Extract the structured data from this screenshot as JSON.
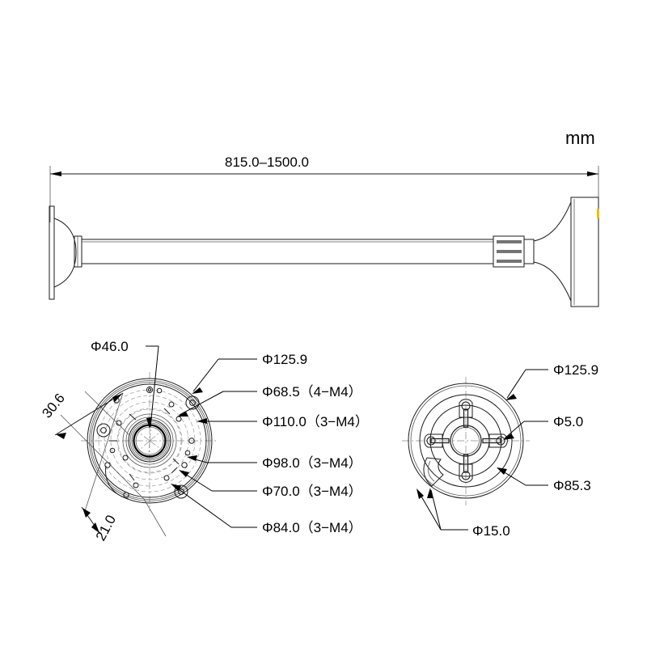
{
  "drawing": {
    "units_label": "mm",
    "side_view": {
      "overall_length_dim": "815.0–1500.0"
    },
    "left_view": {
      "name": "mounting-plate-view",
      "labels": [
        {
          "id": "bore-46",
          "text": "Φ46.0"
        },
        {
          "id": "outer-125-9",
          "text": "Φ125.9"
        },
        {
          "id": "bolt-circle-68-5",
          "text": "Φ68.5（4−M4）"
        },
        {
          "id": "bolt-circle-110",
          "text": "Φ110.0（3−M4）"
        },
        {
          "id": "bolt-circle-98",
          "text": "Φ98.0（3−M4）"
        },
        {
          "id": "bolt-circle-70",
          "text": "Φ70.0（3−M4）"
        },
        {
          "id": "bolt-circle-84",
          "text": "Φ84.0（3−M4）"
        }
      ],
      "linear_dims": [
        {
          "id": "depth-30-6",
          "text": "30.6"
        },
        {
          "id": "depth-21-0",
          "text": "21.0"
        }
      ]
    },
    "right_view": {
      "name": "base-plate-view",
      "labels": [
        {
          "id": "outer-125-9",
          "text": "Φ125.9"
        },
        {
          "id": "hole-5",
          "text": "Φ5.0"
        },
        {
          "id": "slot-circle-85-3",
          "text": "Φ85.3"
        },
        {
          "id": "center-bore-15",
          "text": "Φ15.0"
        }
      ]
    }
  },
  "colors": {
    "line": "#1a1a1a",
    "thin_line": "#555555",
    "center_line": "#8a8a8a",
    "hidden_line": "#9a9a9a",
    "accent_mark": "#e8c000",
    "background": "#ffffff"
  }
}
